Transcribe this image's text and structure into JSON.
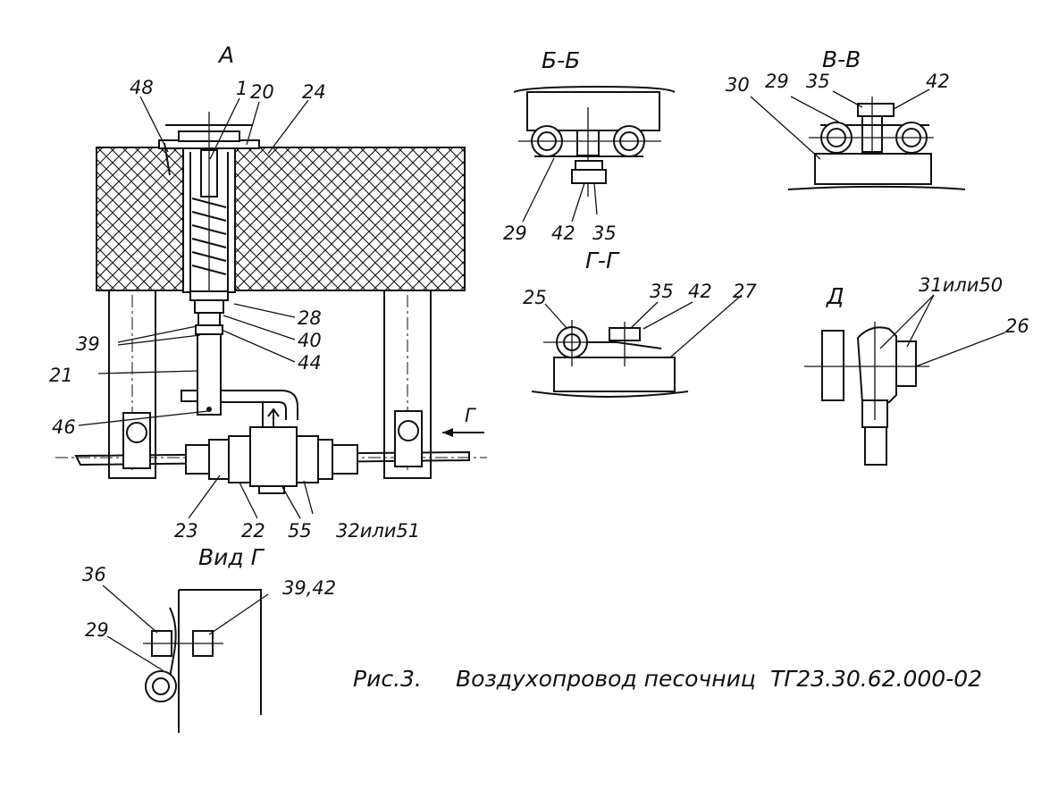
{
  "views": {
    "a": "А",
    "bb": "Б-Б",
    "vv": "В-В",
    "gg": "Г-Г",
    "d": "Д",
    "vid_g": "Вид Г",
    "arrow_g": "Г"
  },
  "labels": {
    "a": [
      "48",
      "1",
      "20",
      "24",
      "28",
      "39",
      "40",
      "44",
      "21",
      "46",
      "23",
      "22",
      "55",
      "32или51"
    ],
    "bb": [
      "29",
      "42",
      "35"
    ],
    "vv": [
      "30",
      "29",
      "35",
      "42"
    ],
    "gg": [
      "25",
      "35",
      "42",
      "27"
    ],
    "d": [
      "31или50",
      "26"
    ],
    "vid_g": [
      "36",
      "39,42",
      "29"
    ]
  },
  "caption": {
    "fig": "Рис.3.",
    "title": "Воздухопровод песочниц",
    "code": "ТГ23.30.62.000-02"
  }
}
